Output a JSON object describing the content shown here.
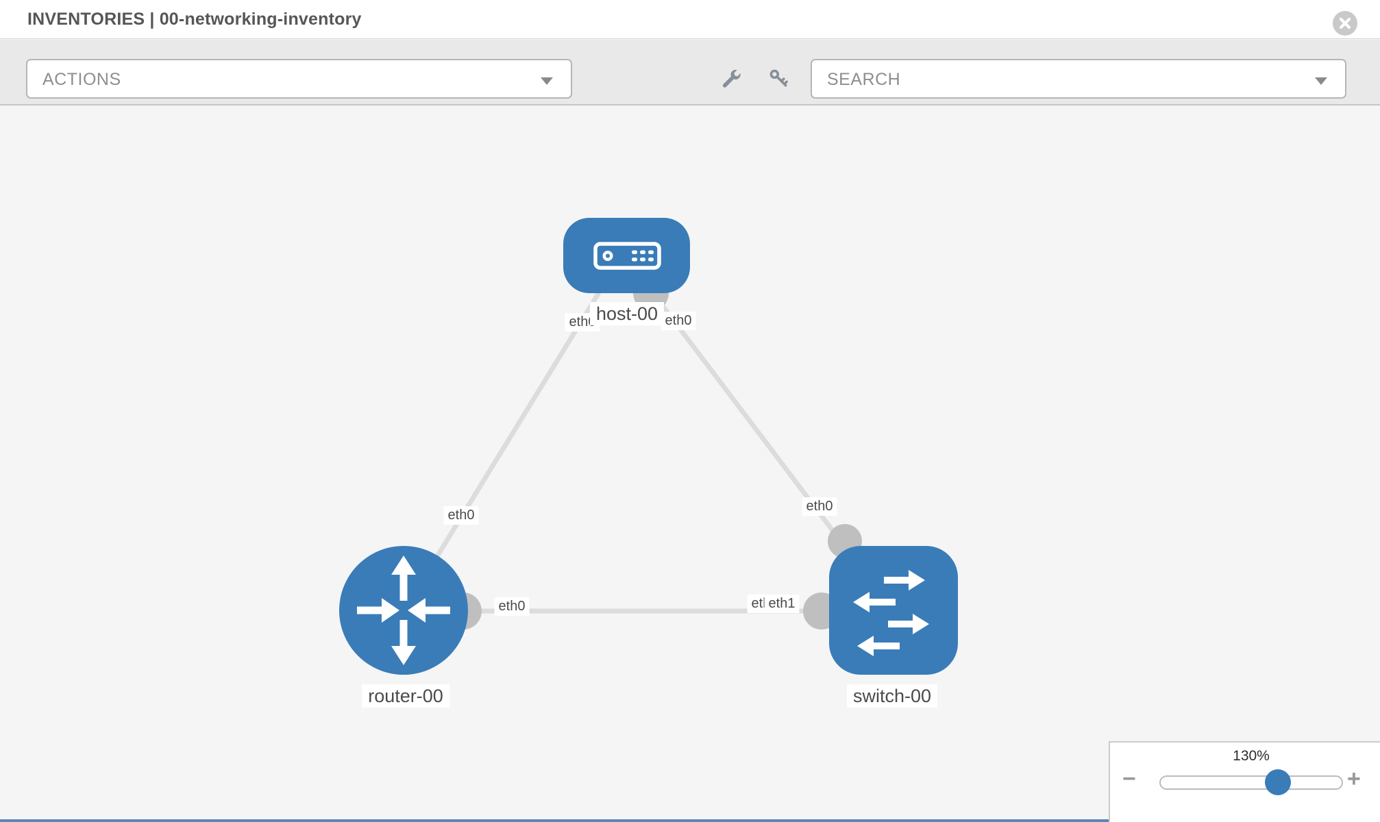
{
  "header": {
    "title": "INVENTORIES | 00-networking-inventory"
  },
  "toolbar": {
    "actions_label": "ACTIONS",
    "search_placeholder": "SEARCH"
  },
  "colors": {
    "node_blue": "#3a7cb8",
    "link_gray": "#dcdcdc",
    "connector_gray": "#bfbfbf",
    "toolbar_bg": "#e9e9e9",
    "canvas_bg": "#f5f5f6"
  },
  "topology": {
    "nodes": [
      {
        "id": "host-00",
        "type": "host",
        "label": "host-00"
      },
      {
        "id": "router-00",
        "type": "router",
        "label": "router-00"
      },
      {
        "id": "switch-00",
        "type": "switch",
        "label": "switch-00"
      }
    ],
    "links": [
      {
        "from": "host-00",
        "to": "router-00",
        "from_interface": "eth0",
        "to_interface": "eth0"
      },
      {
        "from": "host-00",
        "to": "switch-00",
        "from_interface": "eth0",
        "to_interface": "eth0"
      },
      {
        "from": "router-00",
        "to": "switch-00",
        "from_interface": "eth0",
        "to_interface": "eth1"
      }
    ],
    "interface_labels": {
      "host_left": "eth0",
      "host_right": "eth0",
      "diag_left_router_end": "eth0",
      "diag_right_switch_end": "eth0",
      "horizontal_router_end": "eth0",
      "horizontal_switch_end_back": "eth0",
      "horizontal_switch_end_front": "eth1"
    }
  },
  "zoom_control": {
    "value": "130%",
    "minus_label": "−",
    "plus_label": "+",
    "fraction": 0.645
  }
}
